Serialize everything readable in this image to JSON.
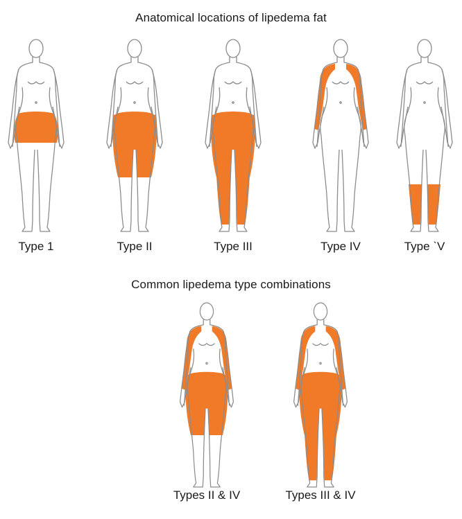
{
  "title": "Anatomical locations of lipedema fat",
  "subtitle": "Common lipedema type combinations",
  "colors": {
    "fat": "#f07a28",
    "outline": "#8c8c8c",
    "body_fill": "#ffffff"
  },
  "figures": [
    {
      "label": "Type 1",
      "regions": [
        "hips"
      ]
    },
    {
      "label": "Type II",
      "regions": [
        "hips",
        "thighs"
      ]
    },
    {
      "label": "Type III",
      "regions": [
        "hips",
        "thighs",
        "lower_legs"
      ]
    },
    {
      "label": "Type IV",
      "regions": [
        "arms"
      ]
    },
    {
      "label": "Type ˋV",
      "regions": [
        "calves"
      ]
    }
  ],
  "combinations": [
    {
      "label": "Types II & IV",
      "regions": [
        "arms",
        "hips",
        "thighs"
      ]
    },
    {
      "label": "Types III & IV",
      "regions": [
        "arms",
        "hips",
        "thighs",
        "lower_legs"
      ]
    }
  ]
}
